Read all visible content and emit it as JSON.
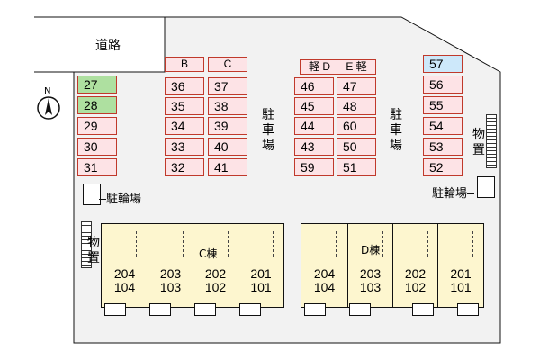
{
  "road_label": "道路",
  "north_label": "N",
  "parking_label": "駐車場",
  "bicycle_label": "駐輪場",
  "storage_label": "物置",
  "colors": {
    "slot_fill": "#fde3e6",
    "slot_border": "#c0392b",
    "reserved_green": "#aee0a0",
    "reserved_blue": "#cde8fa",
    "building_fill": "#fdf6cf",
    "lot_fill": "#f2f2f2"
  },
  "parking": {
    "col1": [
      "27",
      "28",
      "29",
      "30",
      "31"
    ],
    "col2_header": "B",
    "col2": [
      "36",
      "35",
      "34",
      "33",
      "32"
    ],
    "col3_header": "C",
    "col3": [
      "37",
      "38",
      "39",
      "40",
      "41"
    ],
    "col4_header": "軽 D",
    "col4": [
      "46",
      "45",
      "44",
      "43",
      "59"
    ],
    "col5_header": "E 軽",
    "col5": [
      "47",
      "48",
      "60",
      "50",
      "51"
    ],
    "col6": [
      "57",
      "56",
      "55",
      "54",
      "53",
      "52"
    ]
  },
  "buildings": {
    "c_label": "C棟",
    "c_units": [
      {
        "upper": "204",
        "lower": "104"
      },
      {
        "upper": "203",
        "lower": "103"
      },
      {
        "upper": "202",
        "lower": "102"
      },
      {
        "upper": "201",
        "lower": "101"
      }
    ],
    "d_label": "D棟",
    "d_units": [
      {
        "upper": "204",
        "lower": "104"
      },
      {
        "upper": "203",
        "lower": "103"
      },
      {
        "upper": "202",
        "lower": "102"
      },
      {
        "upper": "201",
        "lower": "101"
      }
    ]
  }
}
